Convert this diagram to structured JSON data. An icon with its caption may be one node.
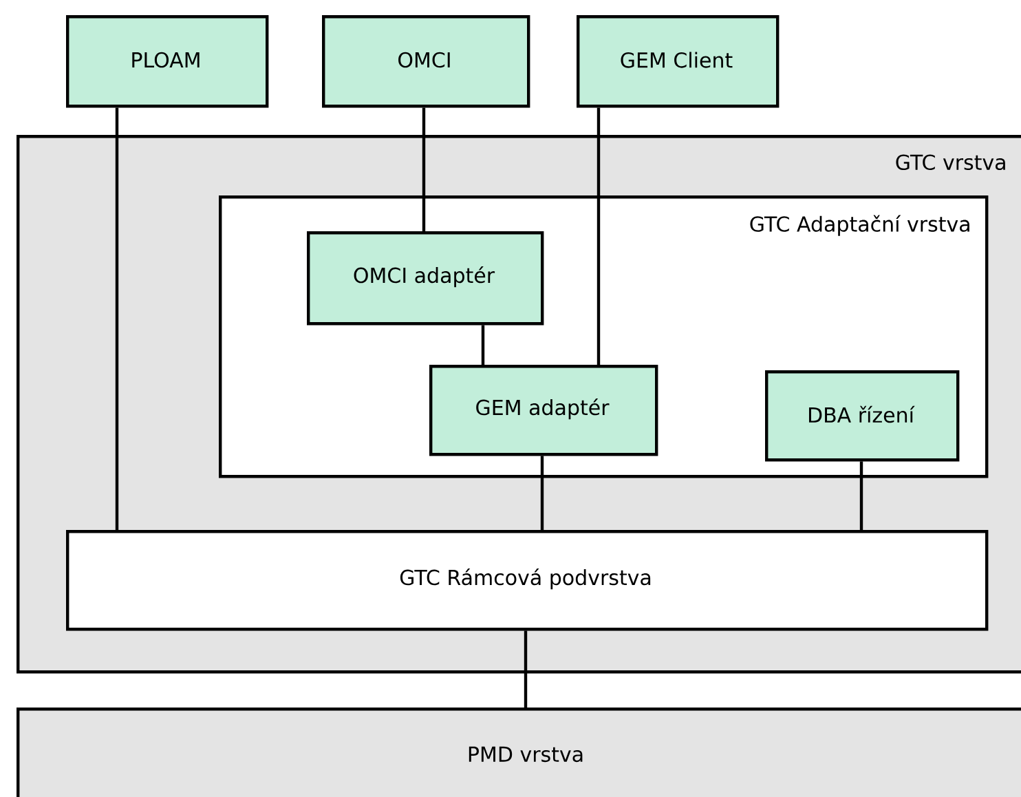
{
  "diagram": {
    "nodes": [
      {
        "text": [
          "PLOAM"
        ]
      },
      {
        "text": [
          "OMCI"
        ]
      },
      {
        "text": [
          "GEM Client"
        ]
      },
      {
        "text": [
          "GTC vrstva"
        ]
      },
      {
        "text": [
          "GTC Adaptační vrstva"
        ],
        "in": 3
      },
      {
        "text": [
          "OMCI adaptér"
        ],
        "in": 4
      },
      {
        "text": [
          "GEM adaptér"
        ],
        "in": 4
      },
      {
        "text": [
          "DBA řízení"
        ],
        "in": 4
      },
      {
        "text": [
          "GTC Rámcová podvrstva"
        ],
        "in": 3
      },
      {
        "text": [
          "PMD vrstva"
        ]
      }
    ],
    "edges": [
      {
        "from": 0,
        "to": 8,
        "arrow": "none"
      },
      {
        "from": 1,
        "to": 5,
        "arrow": "none"
      },
      {
        "from": 2,
        "to": 6,
        "arrow": "none"
      },
      {
        "from": 5,
        "to": 6,
        "arrow": "none"
      },
      {
        "from": 6,
        "to": 8,
        "arrow": "none"
      },
      {
        "from": 7,
        "to": 8,
        "arrow": "none"
      },
      {
        "from": 8,
        "to": 9,
        "arrow": "none"
      }
    ]
  }
}
